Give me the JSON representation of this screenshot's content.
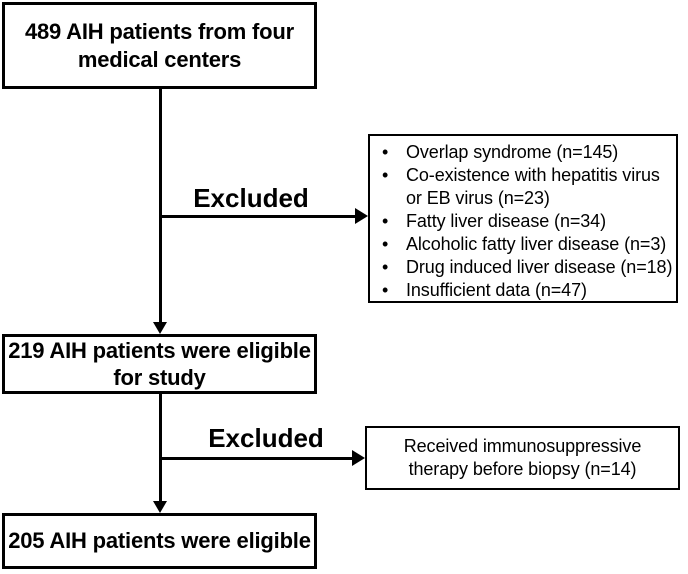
{
  "flow": {
    "step1": {
      "label": "489 AIH patients from four medical centers",
      "lines": [
        "489 AIH patients from four",
        "medical centers"
      ]
    },
    "step2": {
      "label": "219 AIH patients were eligible for study",
      "lines": [
        "219 AIH patients were eligible",
        "for study"
      ]
    },
    "step3": {
      "label": "205 AIH patients were eligible",
      "lines": [
        "205 AIH patients were eligible"
      ]
    }
  },
  "branch1": {
    "arrow_label": "Excluded",
    "items": [
      "Overlap syndrome (n=145)",
      "Co-existence with hepatitis virus or EB virus (n=23)",
      "Fatty liver disease (n=34)",
      "Alcoholic fatty liver disease (n=3)",
      "Drug induced liver disease (n=18)",
      "Insufficient data (n=47)"
    ]
  },
  "branch2": {
    "arrow_label": "Excluded",
    "box_label": "Received immunosuppressive therapy before biopsy (n=14)"
  },
  "colors": {
    "background": "#ffffff",
    "line": "#000000",
    "text": "#000000"
  }
}
